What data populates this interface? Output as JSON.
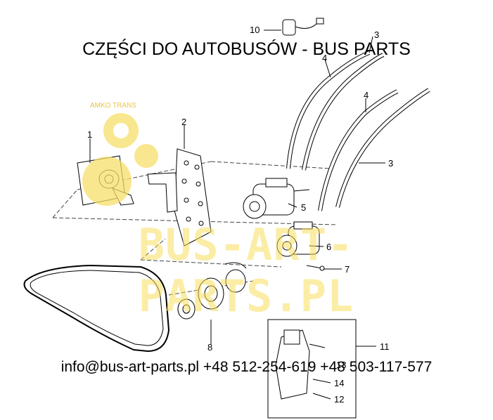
{
  "header": {
    "title": "CZĘŚCI DO AUTOBUSÓW - BUS PARTS"
  },
  "watermark": {
    "text": "BUS-ART-PARTS.PL",
    "color": "#f7de5c"
  },
  "logo": {
    "text": "AMKO TRANS"
  },
  "footer": {
    "contact": "info@bus-art-parts.pl +48 512-254-619 +48 503-117-577"
  },
  "callouts": [
    "1",
    "2",
    "3",
    "3",
    "4",
    "4",
    "5",
    "6",
    "7",
    "8",
    "10",
    "11",
    "12",
    "13",
    "14"
  ]
}
